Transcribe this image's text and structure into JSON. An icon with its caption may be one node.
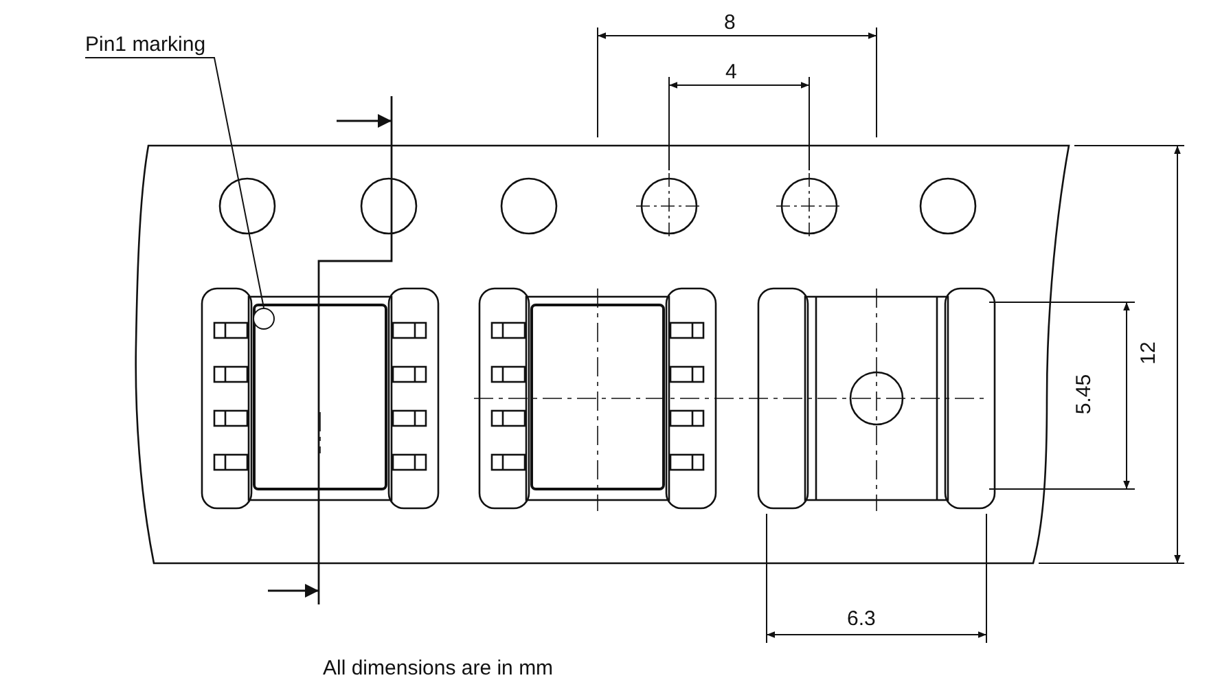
{
  "diagram": {
    "nodes": [
      {
        "text": [
          "Pin1 marking"
        ]
      },
      {
        "text": [],
        "shape": "circle"
      }
    ],
    "edges": [
      {
        "from": 0,
        "to": 1,
        "arrow": "none"
      }
    ],
    "labels": [
      "8",
      "4",
      "12",
      "5.45",
      "6.3",
      "All dimensions are in mm"
    ]
  }
}
